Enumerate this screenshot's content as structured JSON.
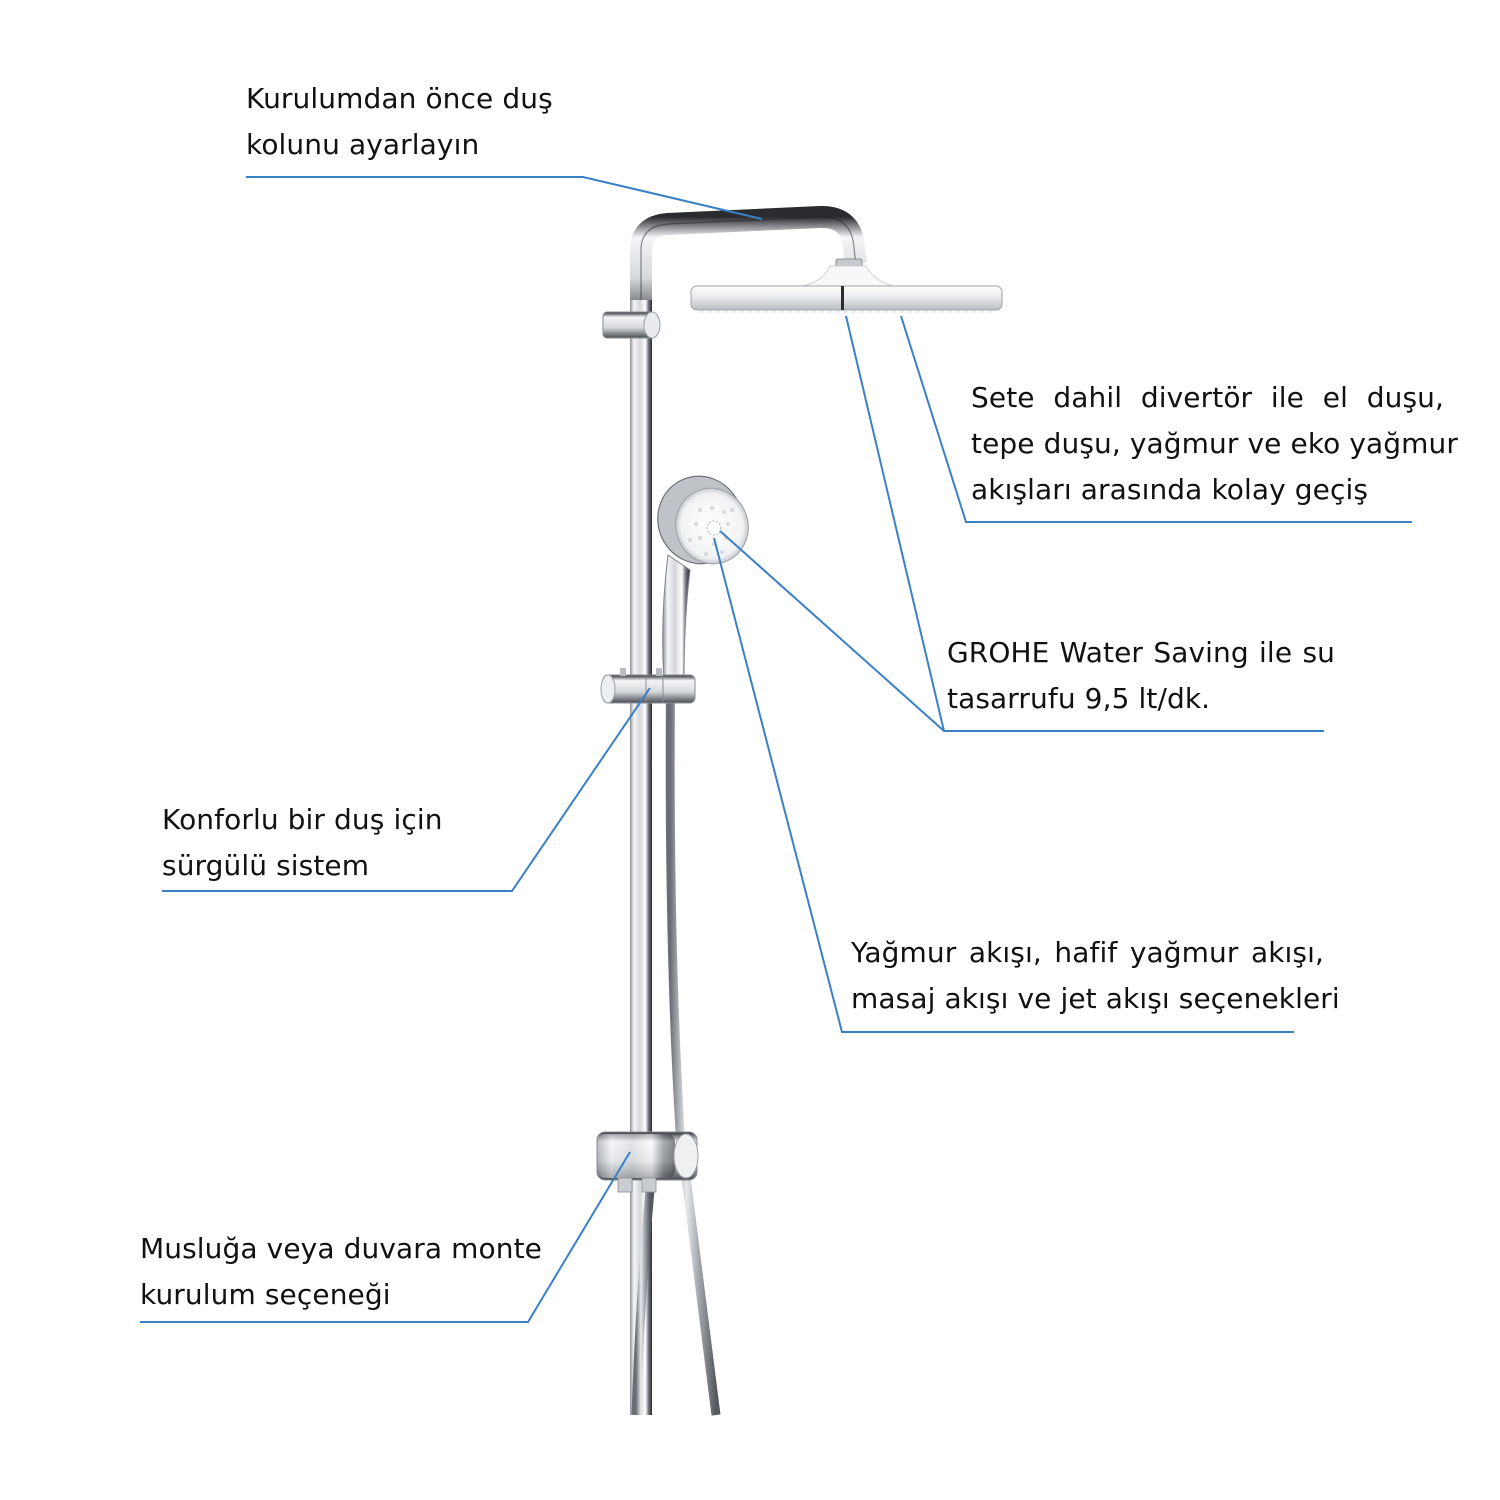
{
  "theme": {
    "leader_color": "#3a80c6",
    "text_color": "#111111",
    "background": "#ffffff",
    "chrome_light": "#f2f3f5",
    "chrome_mid": "#c9ccd1",
    "chrome_dark": "#5d6168"
  },
  "product": {
    "components": [
      "shower-arm",
      "head-shower",
      "vertical-rail",
      "hand-shower",
      "sliding-holder",
      "diverter-body",
      "hose"
    ]
  },
  "callouts": [
    {
      "id": "shower-arm",
      "lines": [
        "Kurulumdan önce duş",
        "kolunu ayarlayın"
      ]
    },
    {
      "id": "diverter",
      "lines": [
        "Sete dahil divertör ile el duşu,",
        "tepe duşu, yağmur ve eko yağmur",
        "akışları arasında kolay geçiş"
      ]
    },
    {
      "id": "water-saving",
      "lines": [
        "GROHE Water Saving ile su",
        "tasarrufu 9,5 lt/dk."
      ]
    },
    {
      "id": "sliding-system",
      "lines": [
        "Konforlu bir duş için",
        "sürgülü sistem"
      ]
    },
    {
      "id": "spray-types",
      "lines": [
        "Yağmur akışı, hafif yağmur akışı,",
        "masaj akışı ve jet akışı seçenekleri"
      ]
    },
    {
      "id": "mounting",
      "lines": [
        "Musluğa veya duvara monte",
        "kurulum seçeneği"
      ]
    }
  ]
}
